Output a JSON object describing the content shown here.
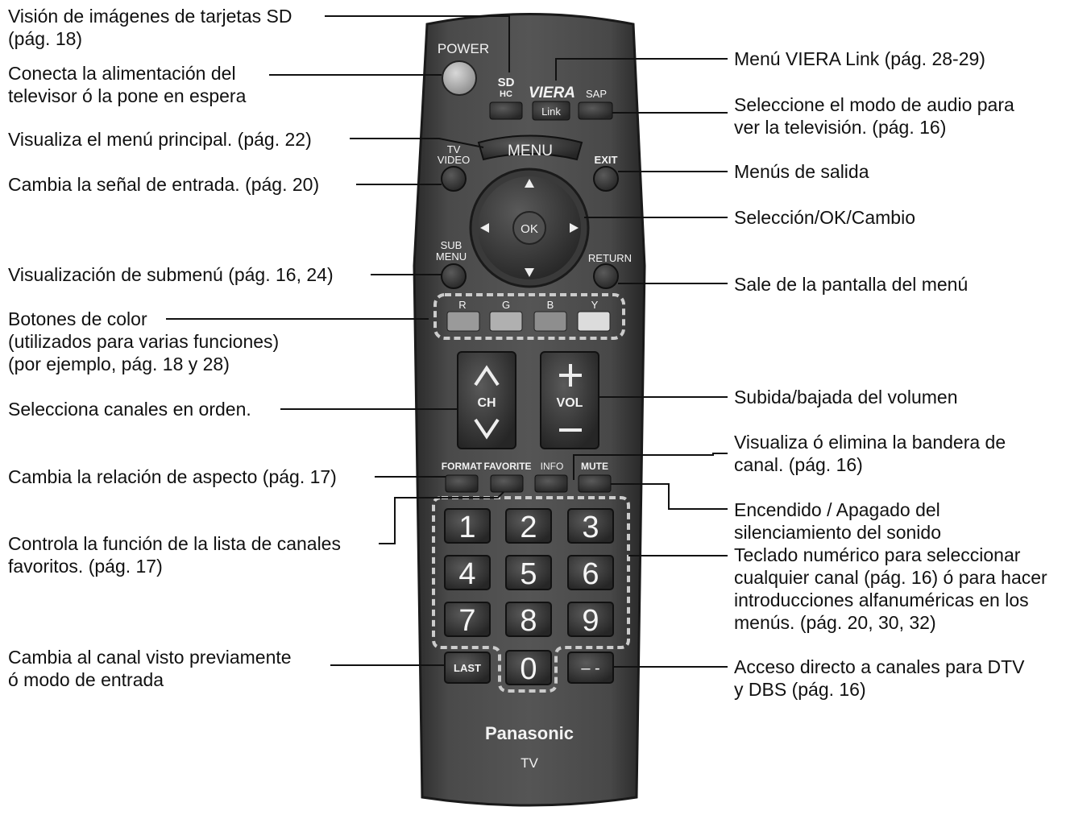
{
  "annotations": {
    "sd_card": [
      "Visión de imágenes de tarjetas SD",
      "(pág. 18)"
    ],
    "power": [
      "Conecta la alimentación del",
      "televisor ó la pone en espera"
    ],
    "menu": [
      "Visualiza el menú principal. (pág. 22)"
    ],
    "input": [
      "Cambia la señal de entrada. (pág. 20)"
    ],
    "submenu": [
      "Visualización de submenú (pág. 16, 24)"
    ],
    "color_buttons": [
      "Botones de color",
      "(utilizados para varias funciones)",
      "(por ejemplo, pág. 18 y 28)"
    ],
    "channel": [
      "Selecciona canales en orden."
    ],
    "format": [
      "Cambia la relación de aspecto (pág. 17)"
    ],
    "favorite": [
      "Controla la función de la lista de canales",
      "favoritos. (pág. 17)"
    ],
    "last": [
      "Cambia al canal visto previamente",
      "ó modo de entrada"
    ],
    "viera_link": [
      "Menú VIERA Link (pág. 28-29)"
    ],
    "sap": [
      "Seleccione el modo de audio para",
      "ver la televisión. (pág. 16)"
    ],
    "exit": [
      "Menús de salida"
    ],
    "navigation": [
      "Selección/OK/Cambio"
    ],
    "return": [
      "Sale de la pantalla del menú"
    ],
    "volume": [
      "Subida/bajada del volumen"
    ],
    "info": [
      "Visualiza ó elimina la bandera de",
      "canal. (pág. 16)"
    ],
    "mute": [
      "Encendido / Apagado del",
      "silenciamiento del sonido"
    ],
    "numeric": [
      "Teclado numérico para seleccionar",
      "cualquier canal (pág. 16) ó para hacer",
      "introducciones alfanuméricas en los",
      "menús. (pág. 20, 30, 32)"
    ],
    "dtv": [
      "Acceso directo a canales para DTV",
      "y DBS (pág. 16)"
    ]
  },
  "remote": {
    "power": "POWER",
    "sd_logo_top": "SD",
    "sd_logo_bottom": "HC",
    "viera": "VIERA",
    "link": "Link",
    "sap": "SAP",
    "menu": "MENU",
    "tv_video_top": "TV",
    "tv_video_bottom": "VIDEO",
    "exit": "EXIT",
    "ok": "OK",
    "sub_menu_top": "SUB",
    "sub_menu_bottom": "MENU",
    "return": "RETURN",
    "color_labels": [
      "R",
      "G",
      "B",
      "Y"
    ],
    "ch": "CH",
    "vol": "VOL",
    "format": "FORMAT",
    "favorite": "FAVORITE",
    "info": "INFO",
    "mute": "MUTE",
    "digits": [
      "1",
      "2",
      "3",
      "4",
      "5",
      "6",
      "7",
      "8",
      "9"
    ],
    "zero": "0",
    "last": "LAST",
    "dash": "– -",
    "brand": "Panasonic",
    "model": "TV"
  }
}
